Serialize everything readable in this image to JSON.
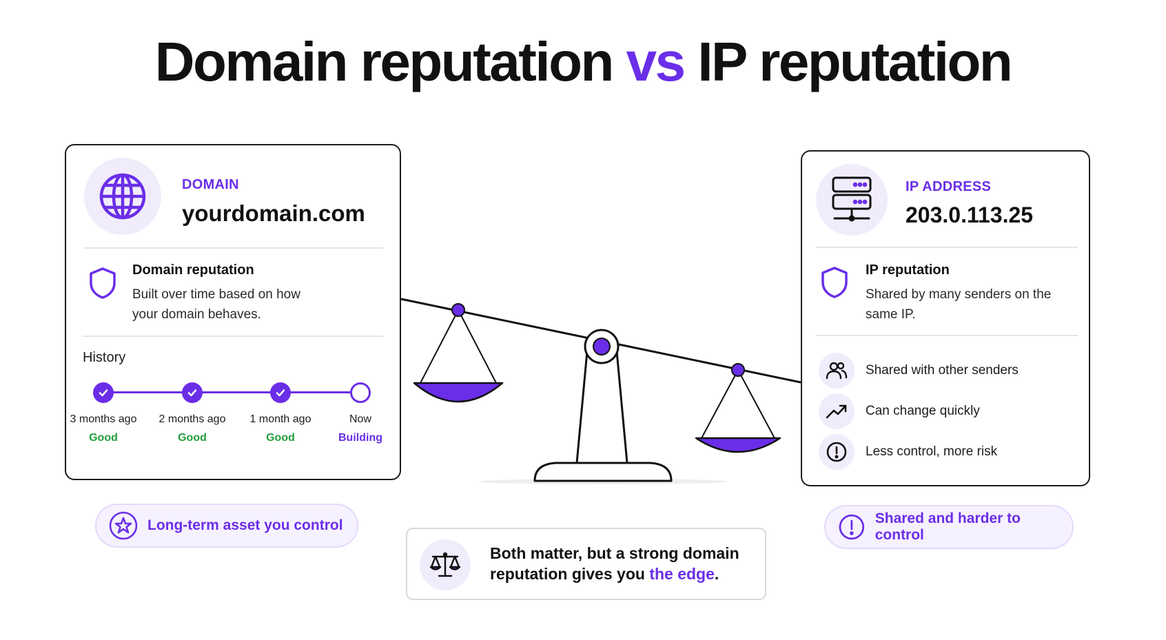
{
  "title": {
    "part1": "Domain reputation",
    "part2": "vs",
    "part3": "IP reputation"
  },
  "domain_card": {
    "eyebrow": "DOMAIN",
    "value": "yourdomain.com",
    "icon": "globe-icon",
    "reputation_title": "Domain reputation",
    "reputation_desc_line1": "Built over time based on how",
    "reputation_desc_line2": "your domain behaves.",
    "history_label": "History",
    "history": [
      {
        "label": "3 months ago",
        "status": "Good"
      },
      {
        "label": "2 months ago",
        "status": "Good"
      },
      {
        "label": "1 month ago",
        "status": "Good"
      },
      {
        "label": "Now",
        "status": "Building"
      }
    ]
  },
  "ip_card": {
    "eyebrow": "IP ADDRESS",
    "value": "203.0.113.25",
    "icon": "server-icon",
    "reputation_title": "IP reputation",
    "reputation_desc_line1": "Shared by many senders on the",
    "reputation_desc_line2": "same IP.",
    "features": [
      {
        "icon": "users-icon",
        "text": "Shared with other senders"
      },
      {
        "icon": "trend-up-icon",
        "text": "Can change quickly"
      },
      {
        "icon": "alert-circle-icon",
        "text": "Less control, more risk"
      }
    ]
  },
  "pills": {
    "left": "Long-term asset you control",
    "right": "Shared and harder to control"
  },
  "bottom": {
    "line1": "Both matter, but a strong domain",
    "line2_start": "reputation gives you",
    "line2_accent": "the edge",
    "line2_end": "."
  },
  "colors": {
    "accent": "#6a2ee8",
    "good": "#1f9e3d",
    "tint": "#f1ecfb"
  }
}
